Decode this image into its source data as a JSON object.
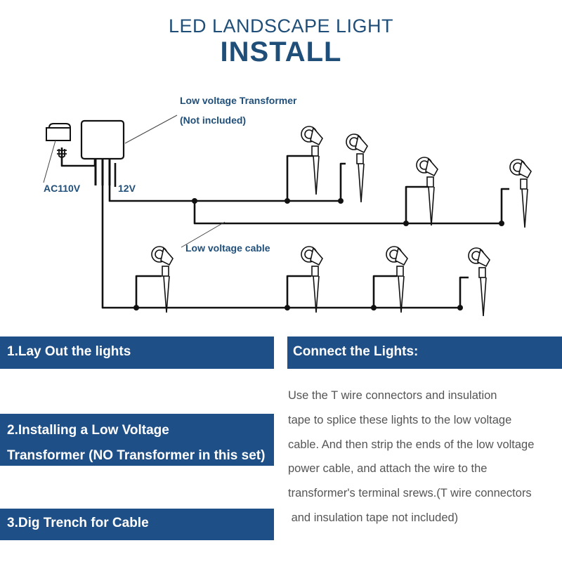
{
  "header": {
    "title_line1": "LED LANDSCAPE LIGHT",
    "title_line2": "INSTALL"
  },
  "diagram": {
    "transformer_label_line1": "Low voltage Transformer",
    "transformer_label_line2": "(Not included)",
    "ac_label": "AC110V",
    "dc_label": "12V",
    "cable_label": "Low voltage cable",
    "light_count": 8,
    "accent_color": "#1f4e79",
    "icons": [
      "transformer-icon",
      "plug-icon",
      "spotlight-icon"
    ]
  },
  "steps": [
    {
      "lines": [
        "1.Lay Out the lights"
      ]
    },
    {
      "lines": [
        "2.Installing a Low Voltage",
        "Transformer (NO Transformer in this set)"
      ]
    },
    {
      "lines": [
        "3.Dig Trench for Cable"
      ]
    }
  ],
  "connect": {
    "heading": "Connect the Lights:",
    "lines": [
      "Use the T wire connectors and insulation",
      "tape to splice these lights to the low voltage",
      "cable. And then strip the ends of the low voltage",
      "power cable, and attach the wire to the",
      "transformer's terminal srews.(T wire connectors",
      " and insulation tape not included)"
    ]
  },
  "colors": {
    "box_fill": "#1f4f87",
    "title": "#1f4e79",
    "body_text": "#555555"
  }
}
